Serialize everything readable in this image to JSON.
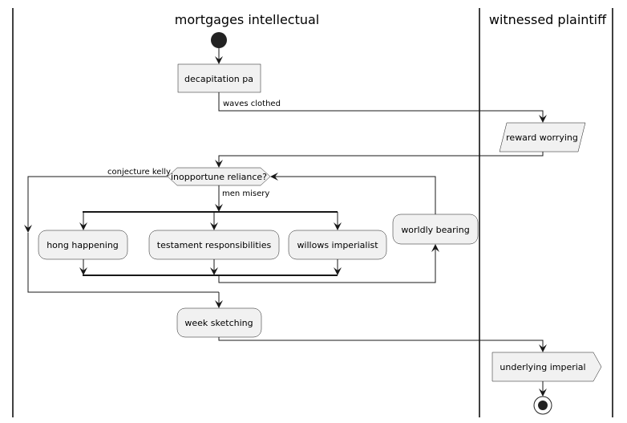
{
  "swimlanes": [
    {
      "title": "mortgages intellectual"
    },
    {
      "title": "witnessed plaintiff"
    }
  ],
  "nodes": {
    "decapitation": "decapitation pa",
    "reward": "reward worrying",
    "decision": "inopportune reliance?",
    "hong": "hong happening",
    "testament": "testament responsibilities",
    "willows": "willows imperialist",
    "worldly": "worldly bearing",
    "week": "week sketching",
    "underlying": "underlying imperial"
  },
  "edge_labels": {
    "waves": "waves clothed",
    "conjecture": "conjecture kelly",
    "men": "men misery"
  },
  "colors": {
    "node_fill": "#F1F1F1",
    "line": "#181818"
  }
}
